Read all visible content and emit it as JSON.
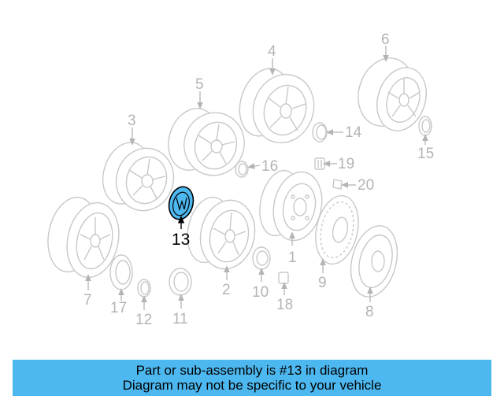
{
  "diagram": {
    "callouts": [
      "1",
      "2",
      "3",
      "4",
      "5",
      "6",
      "7",
      "8",
      "9",
      "10",
      "11",
      "12",
      "13",
      "14",
      "15",
      "16",
      "17",
      "18",
      "19",
      "20"
    ],
    "highlighted_callout": "13",
    "highlight_color": "#4db8f0"
  },
  "banner": {
    "line1": "Part or sub-assembly is #13 in diagram",
    "line2": "Diagram may not be specific to your vehicle",
    "background": "#4db8f0"
  }
}
